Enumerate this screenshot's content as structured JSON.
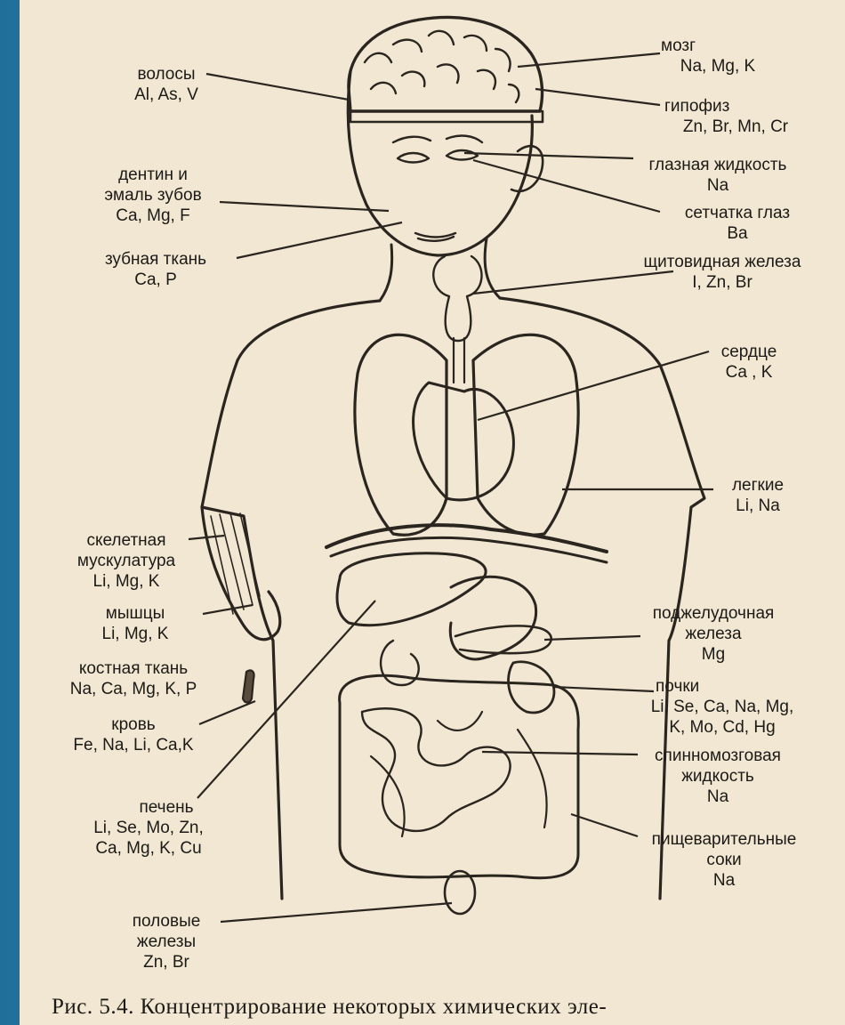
{
  "labels": {
    "volosy": {
      "name": "волосы",
      "elements": "Al, As, V"
    },
    "dentin": {
      "name1": "дентин и",
      "name2": "эмаль зубов",
      "elements": "Ca, Mg, F"
    },
    "zubnaya": {
      "name": "зубная ткань",
      "elements": "Ca, P"
    },
    "skelet": {
      "name1": "скелетная",
      "name2": "мускулатура",
      "elements": "Li, Mg, K"
    },
    "myshtsy": {
      "name": "мышцы",
      "elements": "Li, Mg, K"
    },
    "kostnaya": {
      "name": "костная ткань",
      "elements": "Na, Ca, Mg, K, P"
    },
    "krov": {
      "name": "кровь",
      "elements": "Fe, Na, Li, Ca,K"
    },
    "pechen": {
      "name": "печень",
      "elements1": "Li, Se, Mo, Zn,",
      "elements2": "Ca, Mg, K, Cu"
    },
    "polovye": {
      "name1": "половые",
      "name2": "железы",
      "elements": "Zn, Br"
    },
    "mozg": {
      "name": "мозг",
      "elements": "Na, Mg, K"
    },
    "gipofiz": {
      "name": "гипофиз",
      "elements": "Zn, Br, Mn, Cr"
    },
    "glaznaya": {
      "name": "глазная жидкость",
      "elements": "Na"
    },
    "setchatka": {
      "name": "сетчатка глаз",
      "elements": "Ba"
    },
    "shchitovidnaya": {
      "name": "щитовидная железа",
      "elements": "I, Zn, Br"
    },
    "serdtse": {
      "name": "сердце",
      "elements": "Ca , K"
    },
    "legkie": {
      "name": "легкие",
      "elements": "Li, Na"
    },
    "podzheludochnaya": {
      "name1": "поджелудочная",
      "name2": "железа",
      "elements": "Mg"
    },
    "pochki": {
      "name": "почки",
      "elements1": "Li, Se, Ca, Na, Mg,",
      "elements2": "K, Mo, Cd, Hg"
    },
    "spinnomozgovaya": {
      "name1": "спинномозговая",
      "name2": "жидкость",
      "elements": "Na"
    },
    "pishchevaritelnye": {
      "name1": "пищеварительные",
      "name2": "соки",
      "elements": "Na"
    }
  },
  "caption": "Рис. 5.4. Концентрирование некоторых химических эле-"
}
